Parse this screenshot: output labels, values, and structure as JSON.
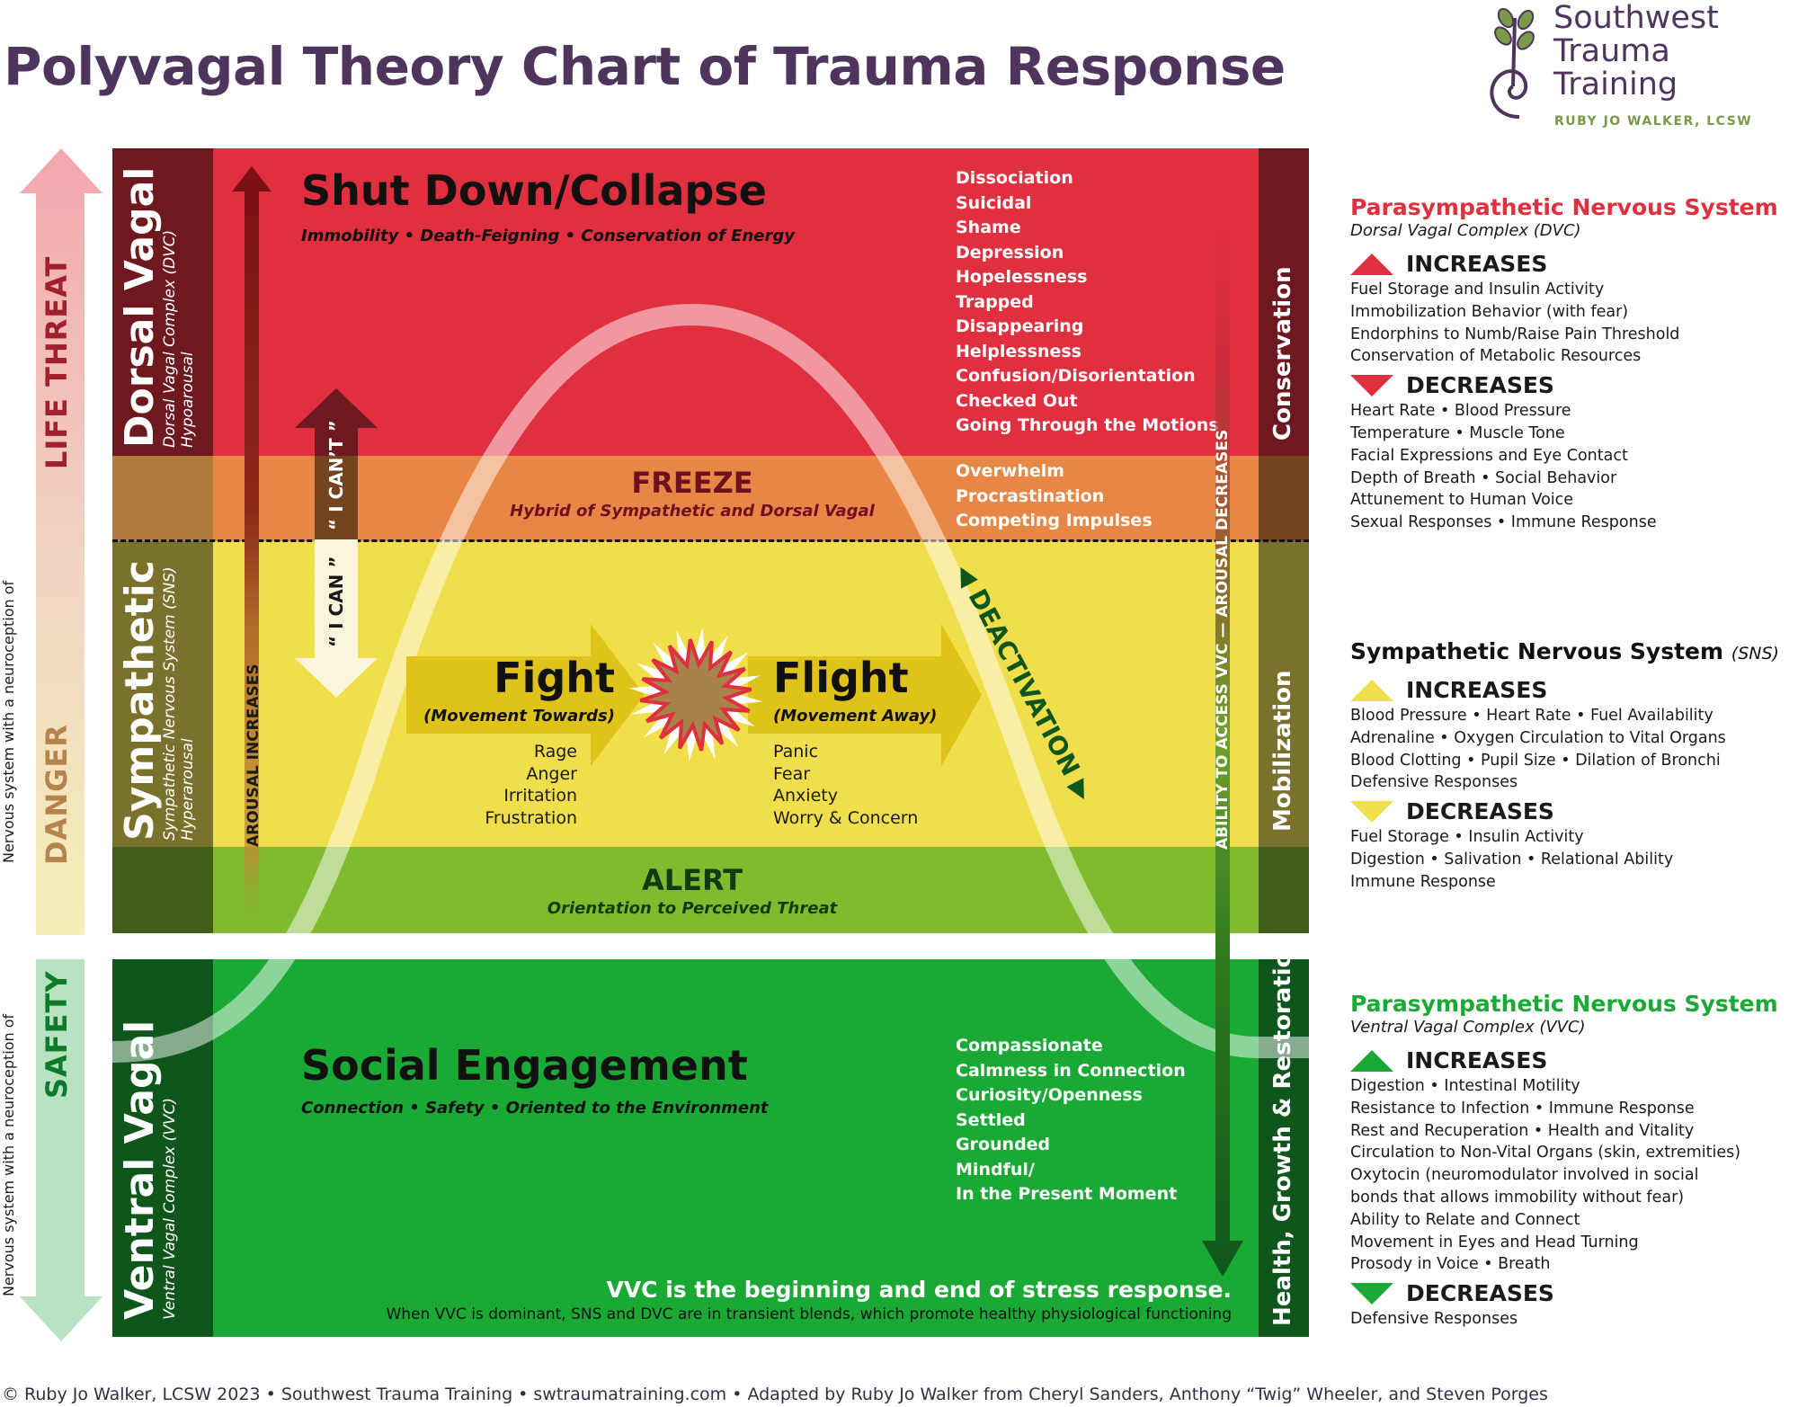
{
  "title": "Polyvagal Theory Chart of Trauma Response",
  "logo": {
    "icon": "sprouting-spiral-icon",
    "name_lines": [
      "Southwest",
      "Trauma",
      "Training"
    ],
    "subtitle": "RUBY JO WALKER, LCSW"
  },
  "left_axis": {
    "neuroception_danger_label": "Nervous system with a neuroception of",
    "neuroception_safety_label": "Nervous system with a neuroception of",
    "life_threat": "LIFE  THREAT",
    "danger": "DANGER",
    "safety": "SAFETY"
  },
  "states": {
    "dorsal": {
      "name": "Dorsal Vagal",
      "complex": "Dorsal Vagal Complex (DVC)",
      "arousal": "Hypoarousal"
    },
    "sympathetic": {
      "name": "Sympathetic",
      "complex": "Sympathetic Nervous System (SNS)",
      "arousal": "Hyperarousal"
    },
    "ventral": {
      "name": "Ventral Vagal",
      "complex": "Ventral Vagal Complex (VVC)"
    }
  },
  "shutdown": {
    "title": "Shut Down/Collapse",
    "subtitle": "Immobility  •  Death-Feigning  •  Conservation of Energy",
    "items": [
      "Dissociation",
      "Suicidal",
      "Shame",
      "Depression",
      "Hopelessness",
      "Trapped",
      "Disappearing",
      "Helplessness",
      "Confusion/Disorientation",
      "Checked Out",
      "Going Through the Motions"
    ]
  },
  "freeze": {
    "title": "FREEZE",
    "subtitle": "Hybrid of Sympathetic and Dorsal Vagal",
    "items": [
      "Overwhelm",
      "Procrastination",
      "Competing Impulses"
    ]
  },
  "fight": {
    "title": "Fight",
    "subtitle": "(Movement Towards)",
    "items": [
      "Rage",
      "Anger",
      "Irritation",
      "Frustration"
    ]
  },
  "flight": {
    "title": "Flight",
    "subtitle": "(Movement Away)",
    "items": [
      "Panic",
      "Fear",
      "Anxiety",
      "Worry & Concern"
    ]
  },
  "alert": {
    "title": "ALERT",
    "subtitle": "Orientation to Perceived Threat"
  },
  "social": {
    "title": "Social Engagement",
    "subtitle": "Connection • Safety  •  Oriented to the Environment",
    "items": [
      "Compassionate",
      "Calmness in Connection",
      "Curiosity/Openness",
      "Settled",
      "Grounded",
      "Mindful/",
      "In the Present Moment"
    ],
    "statement": "VVC is the beginning and end of stress response.",
    "note": "When VVC is dominant, SNS and DVC are in transient blends, which promote healthy physiological functioning"
  },
  "arrows": {
    "arousal_increases": "AROUSAL INCREASES",
    "i_cant": "“ I CAN’T ”",
    "i_can": "“ I CAN ”",
    "deactivation": "DEACTIVATION",
    "vvc_access": "ABILITY TO ACCESS VVC — AROUSAL DECREASES"
  },
  "right_column": {
    "conservation": "Conservation",
    "mobilization": "Mobilization",
    "health": "Health, Growth & Restoration"
  },
  "colors": {
    "red": "#e02f3f",
    "red_dark": "#6e1820",
    "orange": "#e88745",
    "orange_dark": "#b07a3a",
    "yellow": "#f0df4b",
    "olive": "#7a722c",
    "lime": "#80ba2f",
    "lime_dark": "#415c18",
    "green": "#1aa935",
    "green_dark": "#0f561c",
    "purple": "#4f355e"
  },
  "legend": [
    {
      "title": "Parasympathetic Nervous System",
      "title_suffix": "",
      "subtitle": "Dorsal Vagal Complex (DVC)",
      "title_color": "#e02f3f",
      "arrow_color": "#e02f3f",
      "increases_label": "INCREASES",
      "increases": [
        "Fuel Storage and Insulin Activity",
        "Immobilization Behavior (with fear)",
        "Endorphins to Numb/Raise Pain Threshold",
        "Conservation of Metabolic Resources"
      ],
      "decreases_label": "DECREASES",
      "decreases": [
        "Heart Rate • Blood Pressure",
        "Temperature • Muscle Tone",
        "Facial Expressions and Eye Contact",
        "Depth of Breath • Social Behavior",
        "Attunement to Human Voice",
        "Sexual Responses • Immune Response"
      ]
    },
    {
      "title": "Sympathetic Nervous System",
      "title_suffix": "(SNS)",
      "subtitle": "",
      "title_color": "#111111",
      "arrow_color": "#f0df4b",
      "increases_label": "INCREASES",
      "increases": [
        "Blood Pressure • Heart Rate • Fuel Availability",
        "Adrenaline • Oxygen Circulation to Vital Organs",
        "Blood Clotting • Pupil Size • Dilation of Bronchi",
        "Defensive Responses"
      ],
      "decreases_label": "DECREASES",
      "decreases": [
        "Fuel Storage • Insulin Activity",
        "Digestion • Salivation • Relational Ability",
        "Immune Response"
      ]
    },
    {
      "title": "Parasympathetic Nervous System",
      "title_suffix": "",
      "subtitle": "Ventral Vagal Complex (VVC)",
      "title_color": "#1aa935",
      "arrow_color": "#1aa935",
      "increases_label": "INCREASES",
      "increases": [
        "Digestion • Intestinal Motility",
        "Resistance to Infection • Immune Response",
        "Rest and Recuperation • Health and Vitality",
        "Circulation to Non-Vital Organs (skin, extremities)",
        "Oxytocin (neuromodulator involved in social",
        "bonds that allows immobility without fear)",
        "Ability to Relate and Connect",
        "Movement in Eyes and Head Turning",
        "Prosody in Voice • Breath"
      ],
      "decreases_label": "DECREASES",
      "decreases": [
        "Defensive Responses"
      ]
    }
  ],
  "footer": "© Ruby Jo Walker, LCSW 2023  •  Southwest Trauma Training  •  swtraumatraining.com  •  Adapted by Ruby Jo Walker from Cheryl Sanders, Anthony “Twig” Wheeler, and Steven Porges"
}
